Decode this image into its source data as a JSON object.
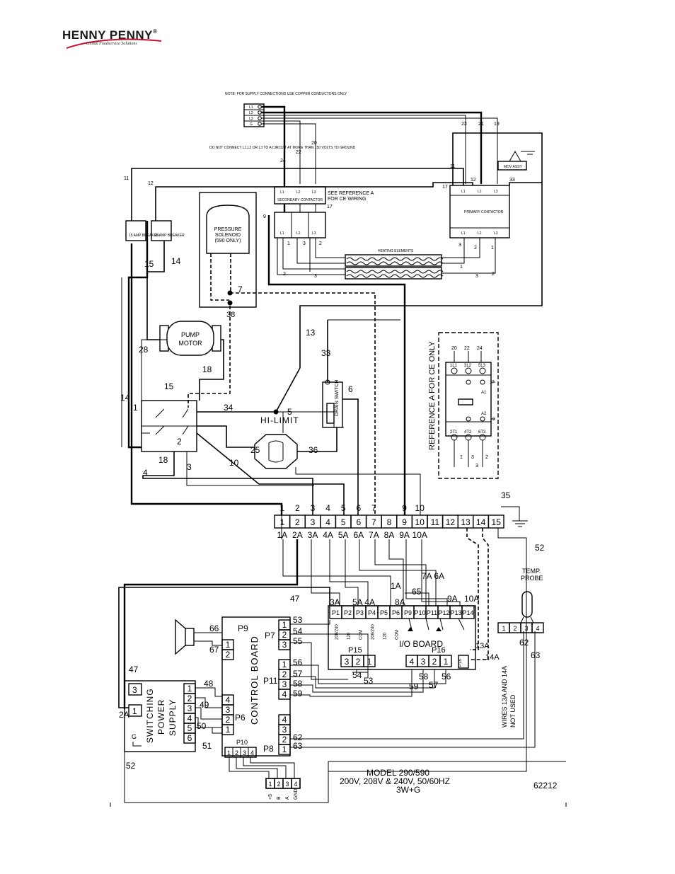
{
  "logo": {
    "brand": "HENNY PENNY",
    "reg": "®",
    "tagline": "Global Foodservice Solutions"
  },
  "notes": {
    "supply": "NOTE: FOR SUPPLY CONNECTIONS USE COPPER CONDUCTORS ONLY",
    "connect": "DO NOT CONNECT L1,L2 OR L3 TO A CIRCUIT AT MORE THAN 150 VOLTS TO GROUND",
    "ref_a": "SEE REFERENCE A",
    "ref_a2": "FOR CE WIRING",
    "ref_ce": "REFERENCE A FOR CE ONLY",
    "wires_not_used": "WIRES 13A AND 14A",
    "wires_not_used2": "NOT USED"
  },
  "components": {
    "secondary_contactor": "SECONDARY CONTACTOR",
    "primary_contactor": "PRIMARY CONTACTOR",
    "mov_assy": "MOV ASSY",
    "heating_elements": "HEATING ELEMENTS",
    "breaker": "15 AMP BREAKER",
    "pressure_solenoid_1": "PRESSURE",
    "pressure_solenoid_2": "SOLENOID",
    "pressure_solenoid_3": "(590 ONLY)",
    "pump_motor_1": "PUMP",
    "pump_motor_2": "MOTOR",
    "hi_limit": "HI-LIMIT",
    "drain_switch": "DRAIN SWITCH",
    "temp_probe_1": "TEMP.",
    "temp_probe_2": "PROBE",
    "io_board": "I/O BOARD",
    "control_board": "CONTROL BOARD",
    "power_supply_1": "SWITCHING",
    "power_supply_2": "POWER",
    "power_supply_3": "SUPPLY"
  },
  "title_block": {
    "model": "MODEL 290/590",
    "voltage": "200V, 208V & 240V,   50/60HZ",
    "phase": "3W+G",
    "drawing_no": "62212"
  },
  "terminal_strip": {
    "top": [
      "1",
      "2",
      "3",
      "4",
      "5",
      "6",
      "7",
      "",
      "9",
      "10",
      "",
      "",
      "",
      "",
      "35"
    ],
    "cells": [
      "1",
      "2",
      "3",
      "4",
      "5",
      "6",
      "7",
      "8",
      "9",
      "10",
      "11",
      "12",
      "13",
      "14",
      "15"
    ],
    "bottom": [
      "1A",
      "2A",
      "3A",
      "4A",
      "5A",
      "6A",
      "7A",
      "8A",
      "9A",
      "10A"
    ]
  },
  "io_pins": [
    "P1",
    "P2",
    "P3",
    "P4",
    "P5",
    "P6",
    "P9",
    "P10",
    "P11",
    "P12",
    "P13",
    "P14"
  ],
  "io_pin_sub": [
    "208/240",
    "120",
    "COM",
    "208/240",
    "120",
    "COM"
  ],
  "wire_labels": {
    "w11": "11",
    "w12": "12",
    "w15": "15",
    "w14": "14",
    "w7": "7",
    "w38": "38",
    "w13": "13",
    "w33": "33",
    "w28": "28",
    "w18": "18",
    "w15b": "15",
    "w14b": "14",
    "w1": "1",
    "w34": "34",
    "w5": "5",
    "w6": "6",
    "w2": "2",
    "w25": "25",
    "w36": "36",
    "w10": "10",
    "w3": "3",
    "w4": "4",
    "w18b": "18",
    "w24": "24",
    "w22": "22",
    "w20": "20",
    "w23": "23",
    "w21": "21",
    "w19": "19",
    "w17": "17",
    "w17b": "17",
    "w9": "9",
    "w33b": "33",
    "w47": "47",
    "w47b": "47",
    "w52": "52",
    "w52b": "52",
    "w2A": "2A",
    "w1A": "1A",
    "w3A": "3A",
    "w5A4A": "5A 4A",
    "w8A": "8A",
    "w7A6A": "7A 6A",
    "w65": "65",
    "w9A": "9A",
    "w10A": "10A",
    "w13A": "13A",
    "w14A": "14A",
    "w62": "62",
    "w63": "63",
    "w66": "66",
    "w67": "67",
    "w48": "48",
    "w49": "49",
    "w50": "50",
    "w51": "51",
    "w53": "53",
    "w54": "54",
    "w55": "55",
    "w56": "56",
    "w57": "57",
    "w58": "58",
    "w59": "59"
  },
  "connectors": {
    "p9": "P9",
    "p7": "P7",
    "p11": "P11",
    "p6": "P6",
    "p8": "P8",
    "p10": "P10",
    "p15": "P15",
    "p16": "P16",
    "p18": "P18",
    "g": "G"
  },
  "p10_sig": [
    "+5",
    "B",
    "A",
    "GND"
  ],
  "supply_terminals": [
    "L1",
    "L2",
    "L3",
    "G"
  ],
  "contactor_terms": [
    "L1",
    "L2",
    "L3"
  ],
  "ce_terms_top": [
    "1L1",
    "3L2",
    "5L3"
  ],
  "ce_terms_bot": [
    "2T1",
    "4T2",
    "6T3"
  ],
  "ce_aux": [
    "A1",
    "A2"
  ]
}
